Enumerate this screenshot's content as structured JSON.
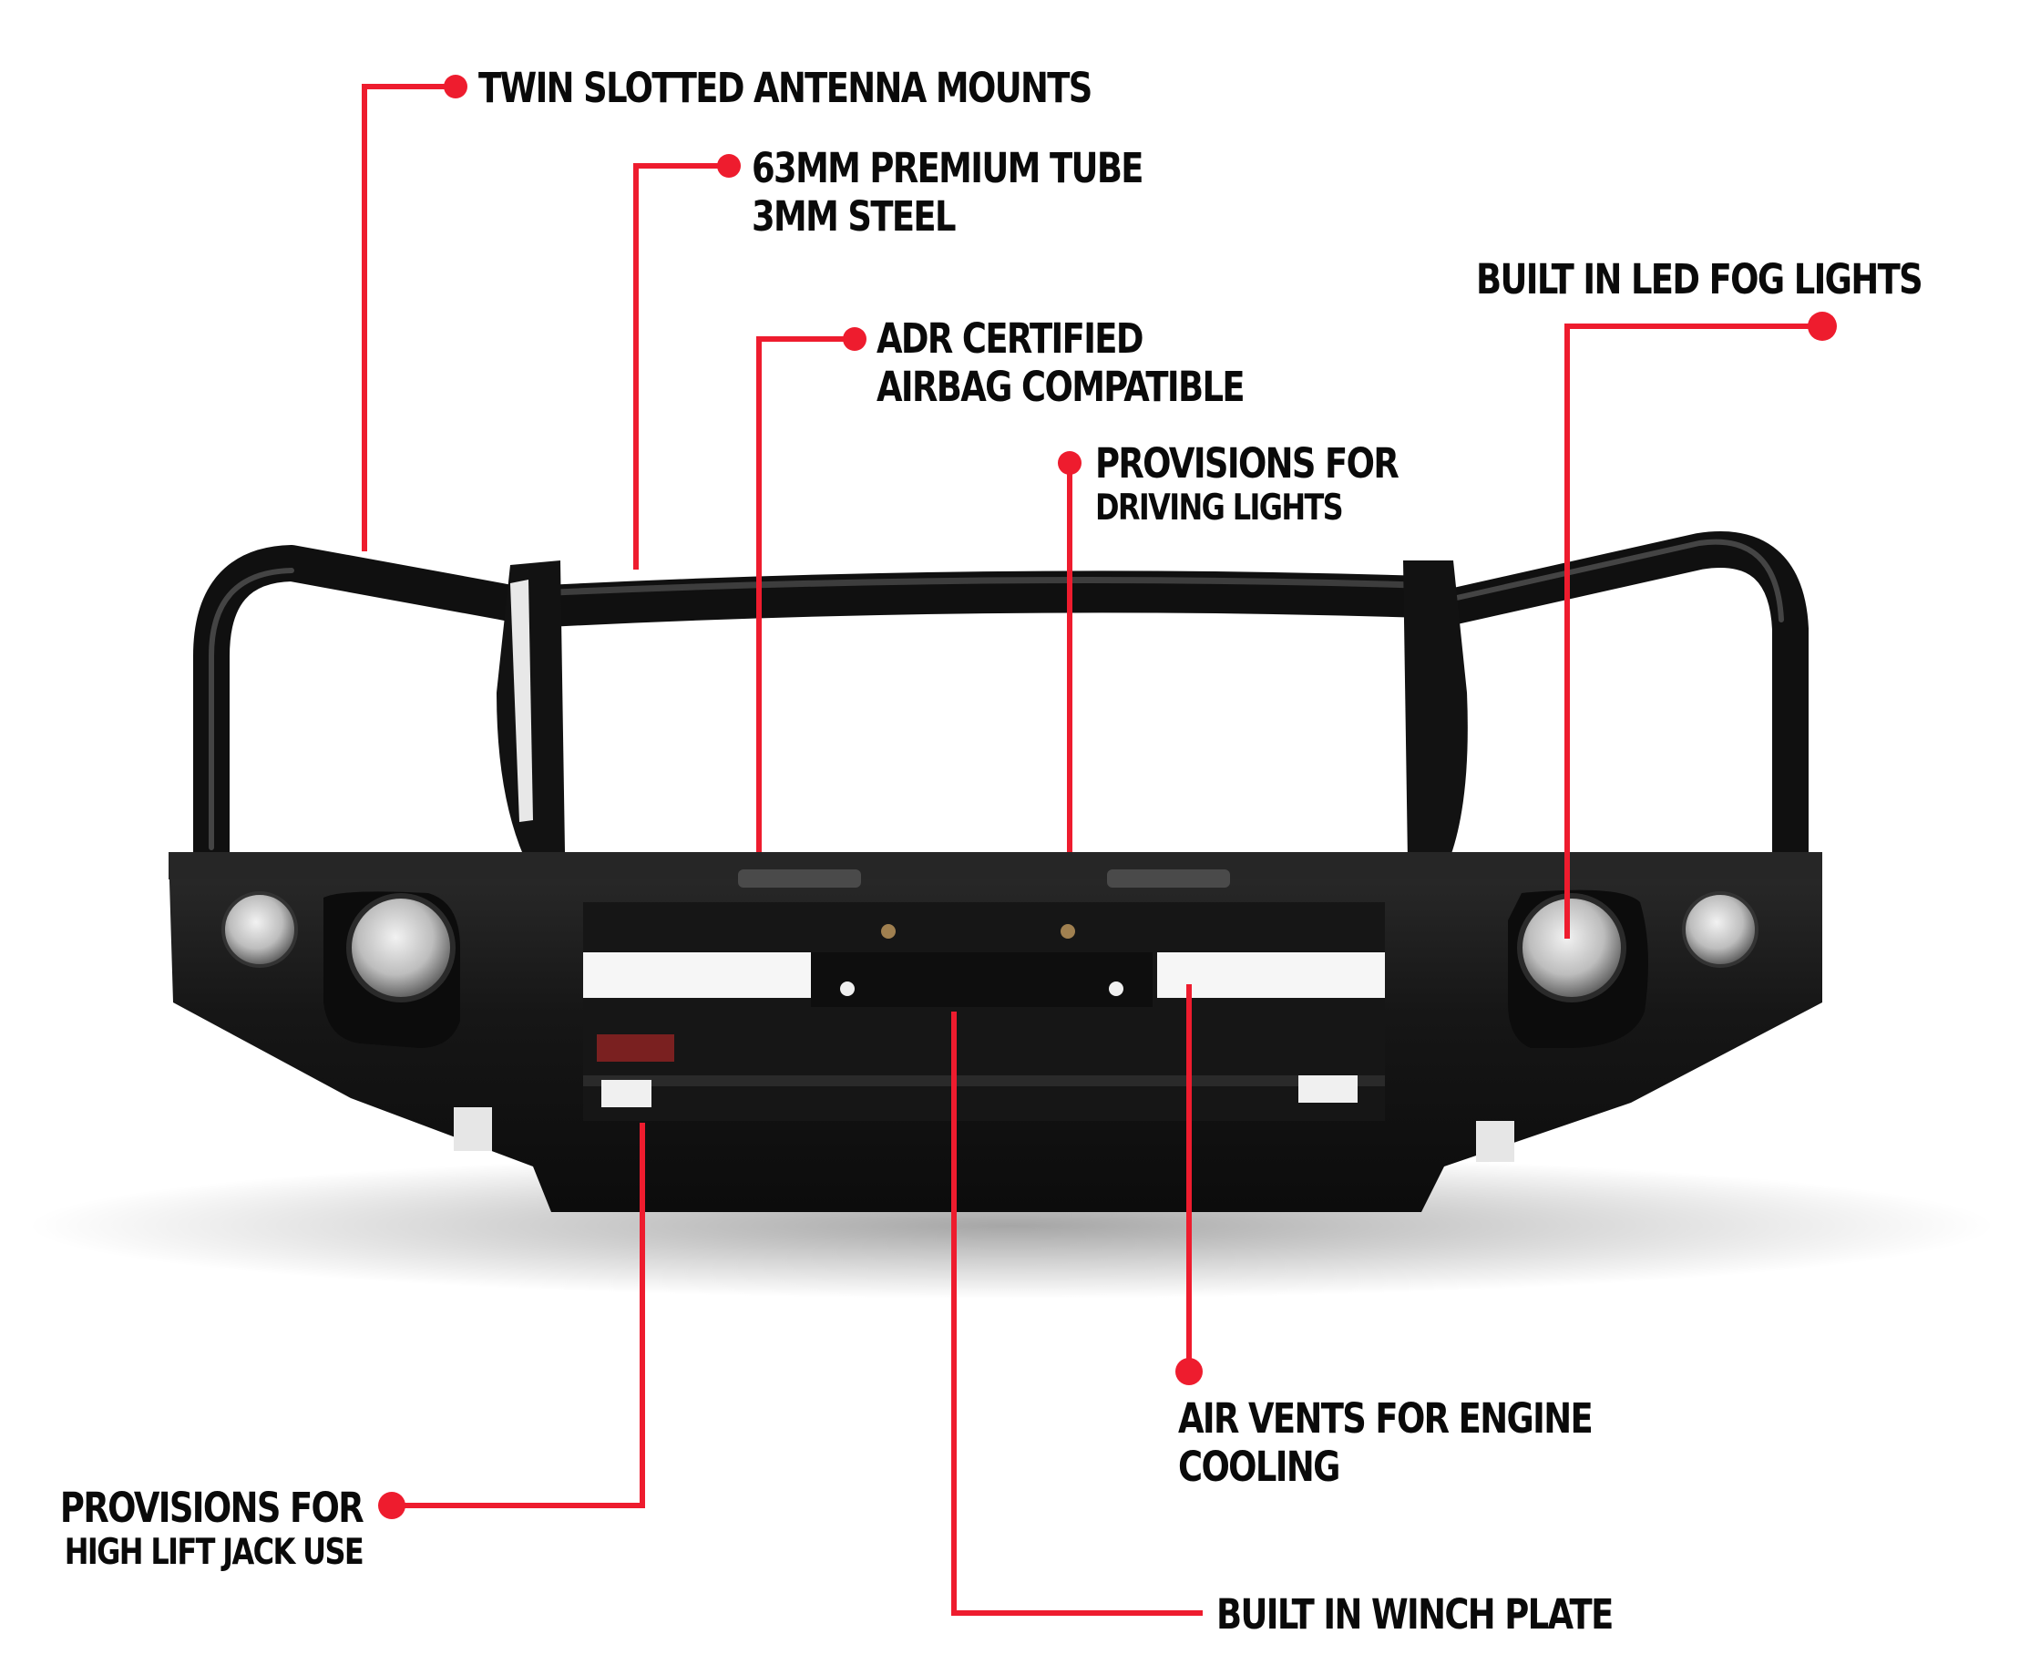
{
  "colors": {
    "callout": "#ee1c2e",
    "steel": "#141414",
    "steel_highlight": "#3a3a3a",
    "lens": "#d9d9d9",
    "background": "#ffffff"
  },
  "callouts": {
    "antenna": {
      "line1": "TWIN SLOTTED ANTENNA MOUNTS"
    },
    "tube": {
      "line1": "63MM PREMIUM TUBE",
      "line2": "3MM STEEL"
    },
    "adr": {
      "line1": "ADR CERTIFIED",
      "line2": "AIRBAG COMPATIBLE"
    },
    "driving": {
      "line1": "PROVISIONS FOR",
      "line2": "DRIVING LIGHTS"
    },
    "fog": {
      "line1": "BUILT IN LED FOG LIGHTS"
    },
    "vents": {
      "line1": "AIR VENTS FOR ENGINE",
      "line2": "COOLING"
    },
    "jack": {
      "line1": "PROVISIONS FOR",
      "line2": "HIGH LIFT JACK USE"
    },
    "winch": {
      "line1": "BUILT IN WINCH PLATE"
    }
  }
}
